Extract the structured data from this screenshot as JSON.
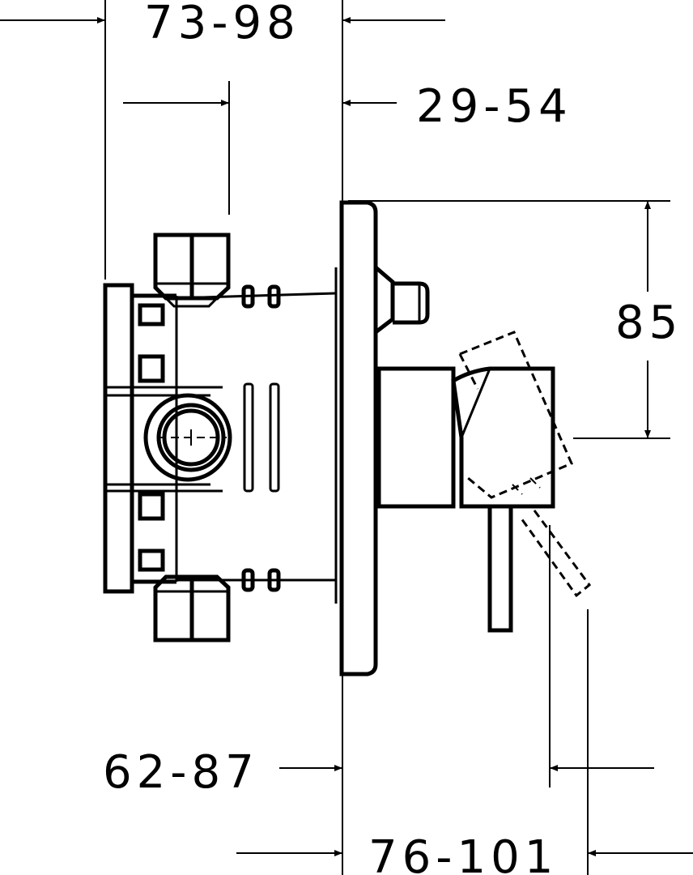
{
  "dimensions": {
    "top_width": "73-98",
    "mid_width": "29-54",
    "height": "85",
    "lower_width": "62-87",
    "bottom_width": "76-101"
  }
}
